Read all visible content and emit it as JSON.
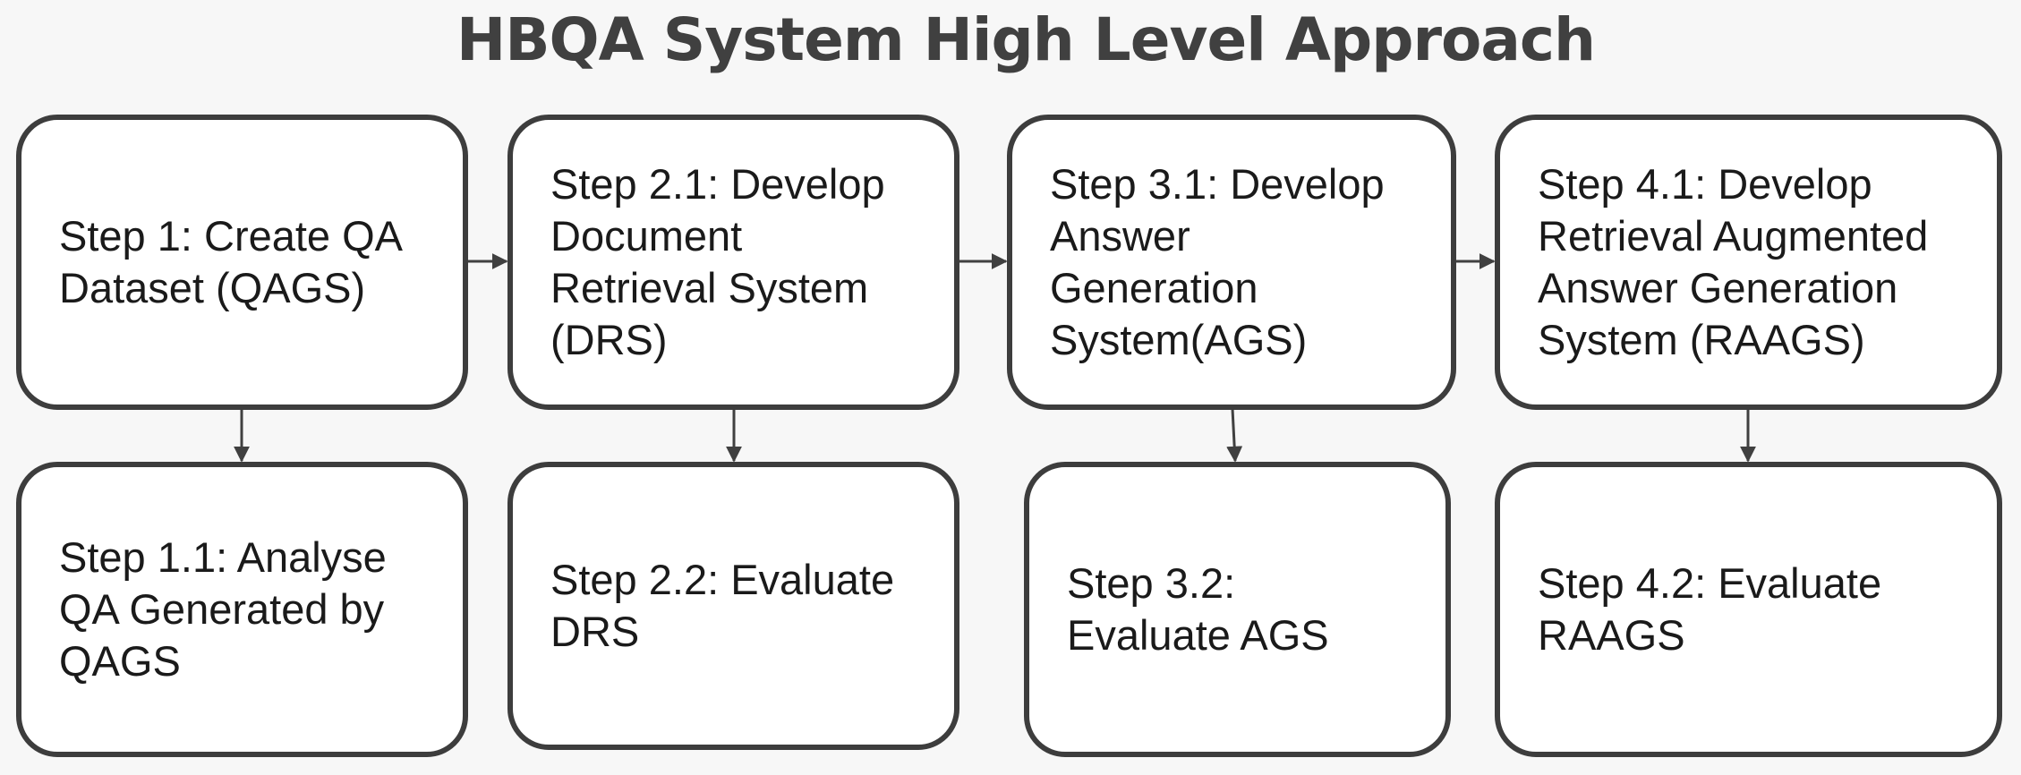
{
  "title": "HBQA System High Level Approach",
  "colors": {
    "background": "#f7f7f7",
    "box_fill": "#ffffff",
    "box_border": "#3d3d3d",
    "text": "#1a1a1a",
    "title_text": "#404040",
    "arrow": "#404040"
  },
  "steps": {
    "step1": "Step 1: Create QA\nDataset (QAGS)",
    "step1_1": "Step 1.1: Analyse\nQA Generated by\nQAGS",
    "step2_1": "Step 2.1:  Develop\nDocument\nRetrieval System\n(DRS)",
    "step2_2": "Step 2.2: Evaluate\nDRS",
    "step3_1": "Step 3.1:  Develop\nAnswer\nGeneration\nSystem(AGS)",
    "step3_2": "Step 3.2:\nEvaluate AGS",
    "step4_1": "Step 4.1: Develop\nRetrieval Augmented\nAnswer Generation\nSystem (RAAGS)",
    "step4_2": "Step 4.2: Evaluate\nRAAGS"
  }
}
